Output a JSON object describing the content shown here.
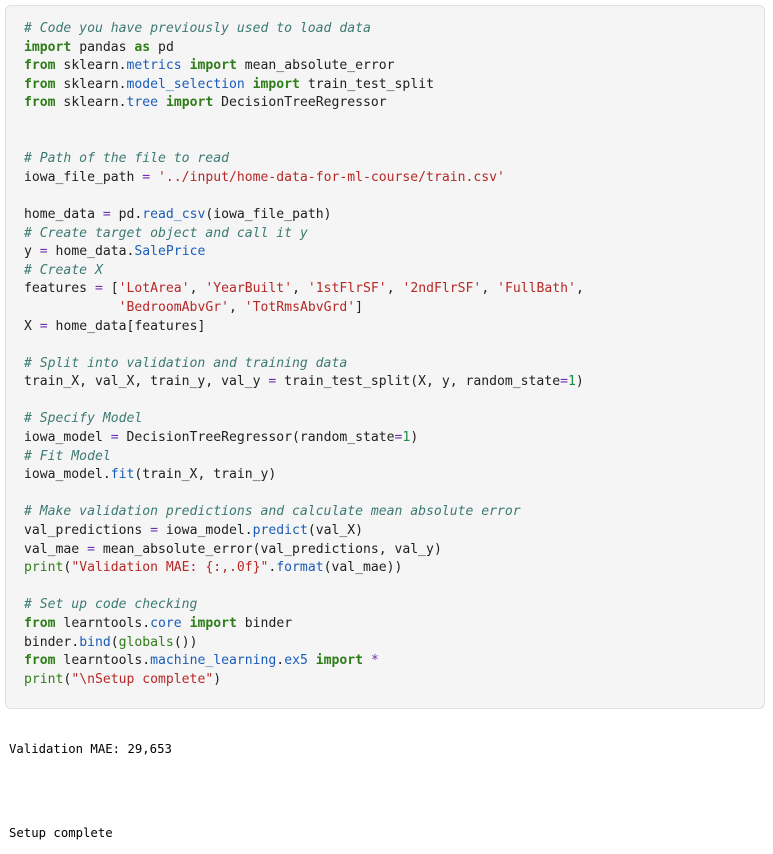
{
  "code_cell": {
    "lines": [
      "# Code you have previously used to load data",
      "import pandas as pd",
      "from sklearn.metrics import mean_absolute_error",
      "from sklearn.model_selection import train_test_split",
      "from sklearn.tree import DecisionTreeRegressor",
      "",
      "",
      "# Path of the file to read",
      "iowa_file_path = '../input/home-data-for-ml-course/train.csv'",
      "",
      "home_data = pd.read_csv(iowa_file_path)",
      "# Create target object and call it y",
      "y = home_data.SalePrice",
      "# Create X",
      "features = ['LotArea', 'YearBuilt', '1stFlrSF', '2ndFlrSF', 'FullBath',",
      "            'BedroomAbvGr', 'TotRmsAbvGrd']",
      "X = home_data[features]",
      "",
      "# Split into validation and training data",
      "train_X, val_X, train_y, val_y = train_test_split(X, y, random_state=1)",
      "",
      "# Specify Model",
      "iowa_model = DecisionTreeRegressor(random_state=1)",
      "# Fit Model",
      "iowa_model.fit(train_X, train_y)",
      "",
      "# Make validation predictions and calculate mean absolute error",
      "val_predictions = iowa_model.predict(val_X)",
      "val_mae = mean_absolute_error(val_predictions, val_y)",
      "print(\"Validation MAE: {:,.0f}\".format(val_mae))",
      "",
      "# Set up code checking",
      "from learntools.core import binder",
      "binder.bind(globals())",
      "from learntools.machine_learning.ex5 import *",
      "print(\"\\nSetup complete\")"
    ]
  },
  "output": {
    "lines": [
      "Validation MAE: 29,653",
      "",
      "Setup complete"
    ]
  }
}
